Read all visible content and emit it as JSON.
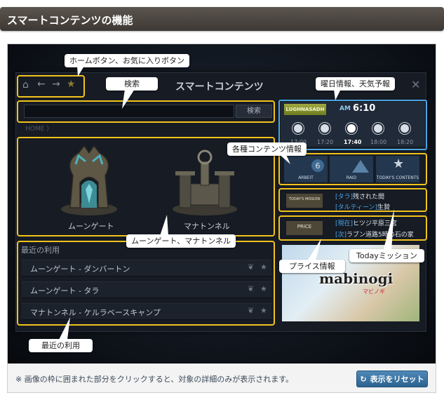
{
  "header": {
    "title": "スマートコンテンツの機能"
  },
  "panel": {
    "title": "スマートコンテンツ",
    "close_glyph": "✕",
    "nav": {
      "home_icon": "⌂",
      "back_icon": "←",
      "forward_icon": "→",
      "favorite_icon": "★"
    },
    "search": {
      "button": "検索",
      "placeholder": ""
    },
    "breadcrumb": "HOME 〉",
    "gates": [
      {
        "label": "ムーンゲート"
      },
      {
        "label": "マナトンネル"
      }
    ],
    "recent": {
      "title": "最近の利用",
      "rows": [
        {
          "label": "ムーンゲート - ダンバートン"
        },
        {
          "label": "ムーンゲート - タラ"
        },
        {
          "label": "マナトンネル - ケルラベースキャンプ"
        }
      ]
    },
    "time": {
      "season_badge": "LUGHNASADH",
      "ampm": "AM",
      "clock": "6:10",
      "weather": [
        {
          "time": "17:00"
        },
        {
          "time": "17:20"
        },
        {
          "time": "17:40",
          "current": true
        },
        {
          "time": "18:00"
        },
        {
          "time": "18:20"
        }
      ]
    },
    "contents": {
      "tiles": [
        {
          "label": "ARBEIT"
        },
        {
          "label": "RAID"
        },
        {
          "label": "TODAY'S CONTENTS"
        }
      ]
    },
    "mission": {
      "badge": "TODAY'S MISSION",
      "lines": [
        {
          "tag": "[タラ]",
          "text": "残された間"
        },
        {
          "tag": "[タルティーン]",
          "text": "生贄"
        }
      ]
    },
    "price": {
      "badge": "PRICE",
      "lines": [
        {
          "tag": "[現在]",
          "text": "ヒツジ平原三宮"
        },
        {
          "tag": "[次]",
          "text": "ラブン道路5時の石の家"
        }
      ]
    },
    "banner": {
      "logo": "mabinogi",
      "logo_sub": "マビノギ"
    }
  },
  "callouts": {
    "nav_buttons": "ホームボタン、お気に入りボタン",
    "search": "検索",
    "time_weather": "曜日情報、天気予報",
    "contents_info": "各種コンテンツ情報",
    "gates": "ムーンゲート、マナトンネル",
    "recent": "最近の利用",
    "price": "プライス情報",
    "mission": "Todayミッション"
  },
  "footer": {
    "note": "※ 画像の枠に囲まれた部分をクリックすると、対象の詳細のみが表示されます。",
    "reset_icon": "↻",
    "reset_button": "表示をリセット"
  },
  "colors": {
    "highlight": "#f2c21b",
    "time_highlight": "#4aa3e0",
    "accent_blue": "#4ba6e8"
  }
}
